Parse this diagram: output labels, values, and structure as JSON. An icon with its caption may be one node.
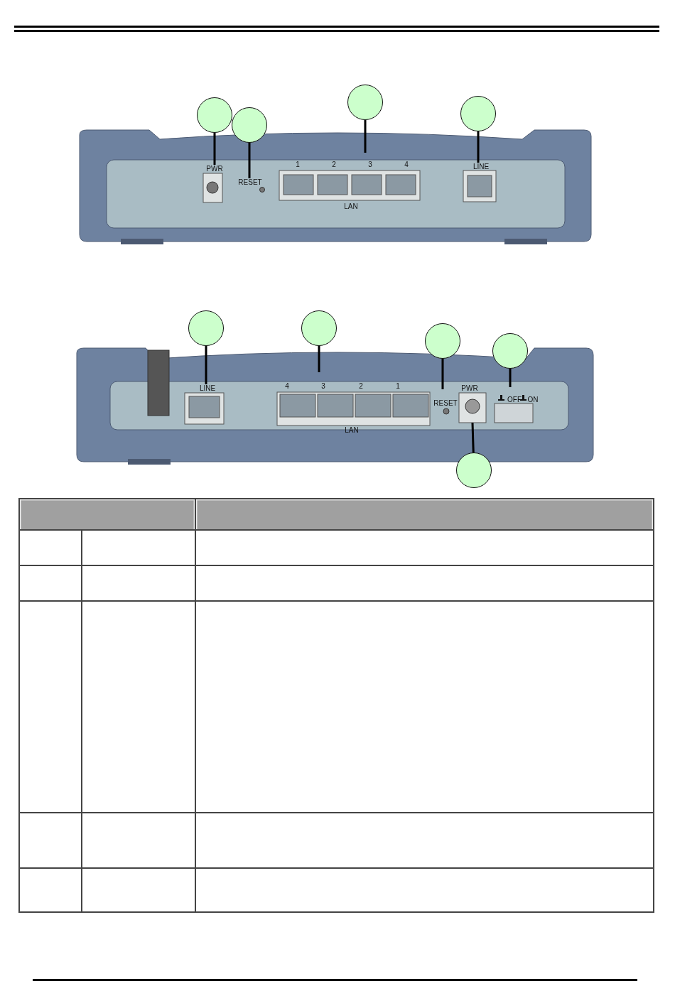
{
  "diagram": {
    "nodes": [
      {
        "text": [],
        "shape": "circle"
      },
      {
        "text": [],
        "shape": "circle"
      },
      {
        "text": [],
        "shape": "circle"
      },
      {
        "text": [],
        "shape": "circle"
      },
      {
        "text": [],
        "shape": "circle"
      },
      {
        "text": [],
        "shape": "circle"
      },
      {
        "text": [],
        "shape": "circle"
      },
      {
        "text": [],
        "shape": "circle"
      },
      {
        "text": [],
        "shape": "circle"
      },
      {
        "text": [
          "PWR"
        ]
      },
      {
        "text": [
          "RESET"
        ]
      },
      {
        "text": [
          "LINE"
        ]
      },
      {
        "text": [
          "LINE"
        ]
      },
      {
        "text": [],
        "shape": "box"
      }
    ],
    "edges": [
      {
        "from": 0,
        "to": 9,
        "arrow": "none"
      },
      {
        "from": 1,
        "to": 10,
        "arrow": "none"
      },
      {
        "from": 2,
        "to": null,
        "arrow": "none"
      },
      {
        "from": 3,
        "to": 11,
        "arrow": "none"
      },
      {
        "from": 4,
        "to": 12,
        "arrow": "none"
      },
      {
        "from": 5,
        "to": null,
        "arrow": "none"
      },
      {
        "from": 6,
        "to": null,
        "arrow": "none"
      },
      {
        "from": 7,
        "to": null,
        "arrow": "none"
      },
      {
        "from": 8,
        "to": 13,
        "arrow": "none"
      }
    ],
    "labels": [
      "1",
      "2",
      "3",
      "4",
      "LAN",
      "4",
      "3",
      "2",
      "1",
      "LAN",
      "RESET",
      "PWR",
      "OFF",
      "ON"
    ]
  }
}
